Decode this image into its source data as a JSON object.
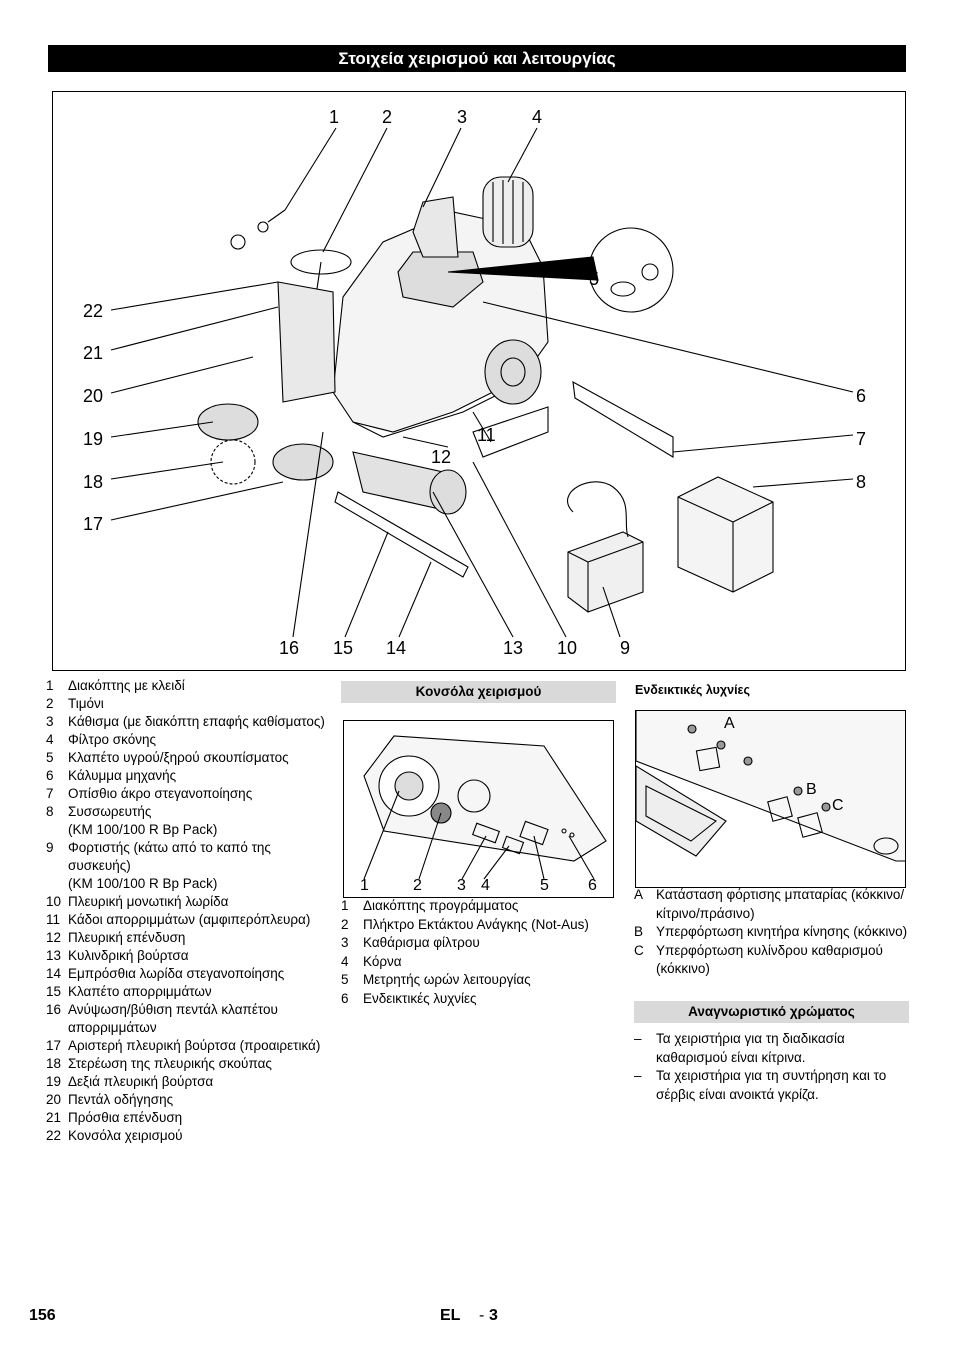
{
  "header": {
    "title": "Στοιχεία χειρισμού και λειτουργίας"
  },
  "figure": {
    "callouts": [
      "1",
      "2",
      "3",
      "4",
      "22",
      "21",
      "20",
      "19",
      "18",
      "17",
      "5",
      "6",
      "7",
      "8",
      "11",
      "12",
      "16",
      "15",
      "14",
      "13",
      "10",
      "9"
    ]
  },
  "legend": [
    {
      "n": "1",
      "t": "Διακόπτης με κλειδί"
    },
    {
      "n": "2",
      "t": "Τιμόνι"
    },
    {
      "n": "3",
      "t": "Κάθισμα (με διακόπτη επαφής καθίσματος)"
    },
    {
      "n": "4",
      "t": "Φίλτρο σκόνης"
    },
    {
      "n": "5",
      "t": "Κλαπέτο υγρού/ξηρού σκουπίσματος"
    },
    {
      "n": "6",
      "t": "Κάλυμμα μηχανής"
    },
    {
      "n": "7",
      "t": "Οπίσθιο άκρο στεγανοποίησης"
    },
    {
      "n": "8",
      "t": "Συσσωρευτής"
    },
    {
      "n": "",
      "t": "(KM 100/100 R Bp Pack)"
    },
    {
      "n": "9",
      "t": "Φορτιστής (κάτω από το καπό της συσκευής)"
    },
    {
      "n": "",
      "t": "(KM 100/100 R Bp Pack)"
    },
    {
      "n": "10",
      "t": "Πλευρική μονωτική λωρίδα"
    },
    {
      "n": "11",
      "t": "Κάδοι απορριμμάτων (αμφιπερόπλευρα)"
    },
    {
      "n": "12",
      "t": "Πλευρική επένδυση"
    },
    {
      "n": "13",
      "t": "Κυλινδρική βούρτσα"
    },
    {
      "n": "14",
      "t": "Εμπρόσθια λωρίδα στεγανοποίησης"
    },
    {
      "n": "15",
      "t": "Κλαπέτο απορριμμάτων"
    },
    {
      "n": "16",
      "t": "Ανύψωση/βύθιση πεντάλ κλαπέτου απορριμμάτων"
    },
    {
      "n": "17",
      "t": "Αριστερή πλευρική βούρτσα (προαιρετικά)"
    },
    {
      "n": "18",
      "t": "Στερέωση της πλευρικής σκούπας"
    },
    {
      "n": "19",
      "t": "Δεξιά πλευρική βούρτσα"
    },
    {
      "n": "20",
      "t": "Πεντάλ οδήγησης"
    },
    {
      "n": "21",
      "t": "Πρόσθια επένδυση"
    },
    {
      "n": "22",
      "t": "Κονσόλα χειρισμού"
    }
  ],
  "console": {
    "heading": "Κονσόλα χειρισμού",
    "callouts": [
      "1",
      "2",
      "3",
      "4",
      "5",
      "6"
    ],
    "items": [
      {
        "n": "1",
        "t": "Διακόπτης προγράμματος"
      },
      {
        "n": "2",
        "t": "Πλήκτρο Εκτάκτου Ανάγκης (Not-Aus)"
      },
      {
        "n": "3",
        "t": "Καθάρισμα φίλτρου"
      },
      {
        "n": "4",
        "t": "Κόρνα"
      },
      {
        "n": "5",
        "t": "Μετρητής ωρών λειτουργίας"
      },
      {
        "n": "6",
        "t": "Ενδεικτικές λυχνίες"
      }
    ]
  },
  "lamps": {
    "heading": "Ενδεικτικές λυχνίες",
    "callouts": [
      "A",
      "B",
      "C"
    ],
    "items": [
      {
        "n": "A",
        "t": "Κατάσταση φόρτισης μπαταρίας (κόκκινο/κίτρινο/πράσινο)"
      },
      {
        "n": "B",
        "t": "Υπερφόρτωση κινητήρα κίνησης (κόκκινο)"
      },
      {
        "n": "C",
        "t": "Υπερφόρτωση κυλίνδρου καθαρισμού (κόκκινο)"
      }
    ]
  },
  "color_code": {
    "heading": "Αναγνωριστικό χρώματος",
    "items": [
      {
        "n": "–",
        "t": "Τα χειριστήρια για τη διαδικασία καθαρισμού είναι κίτρινα."
      },
      {
        "n": "–",
        "t": "Τα χειριστήρια για τη συντήρηση και το σέρβις είναι ανοικτά γκρίζα."
      }
    ]
  },
  "footer": {
    "page": "156",
    "lang": "EL",
    "sep": "-",
    "sub": "3"
  }
}
